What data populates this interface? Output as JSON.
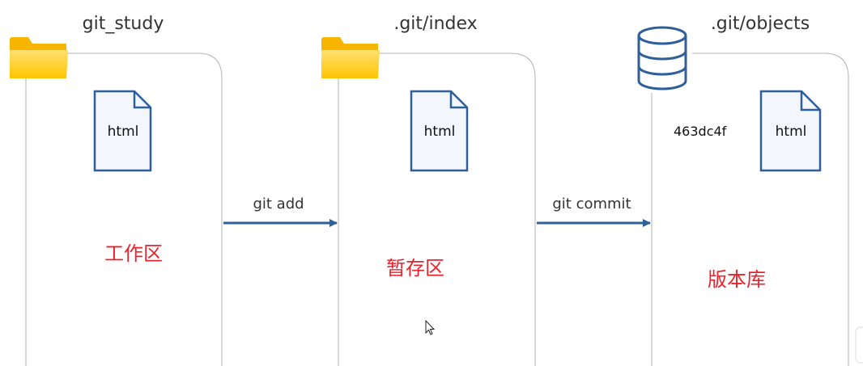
{
  "areas": [
    {
      "title": "git_study",
      "file": "html",
      "zone": "工作区",
      "icon": "folder-icon"
    },
    {
      "title": ".git/index",
      "file": "html",
      "zone": "暂存区",
      "icon": "folder-icon"
    },
    {
      "title": ".git/objects",
      "file": "html",
      "zone": "版本库",
      "icon": "database-icon",
      "hash": "463dc4f"
    }
  ],
  "arrows": [
    {
      "label": "git add"
    },
    {
      "label": "git commit"
    }
  ],
  "colors": {
    "stroke": "#2e5f9a",
    "fill": "#f3f7fc",
    "zone": "#e8232d",
    "border": "#b3b3b3",
    "folder_front": "#ffd23a",
    "folder_back": "#f7b500"
  }
}
